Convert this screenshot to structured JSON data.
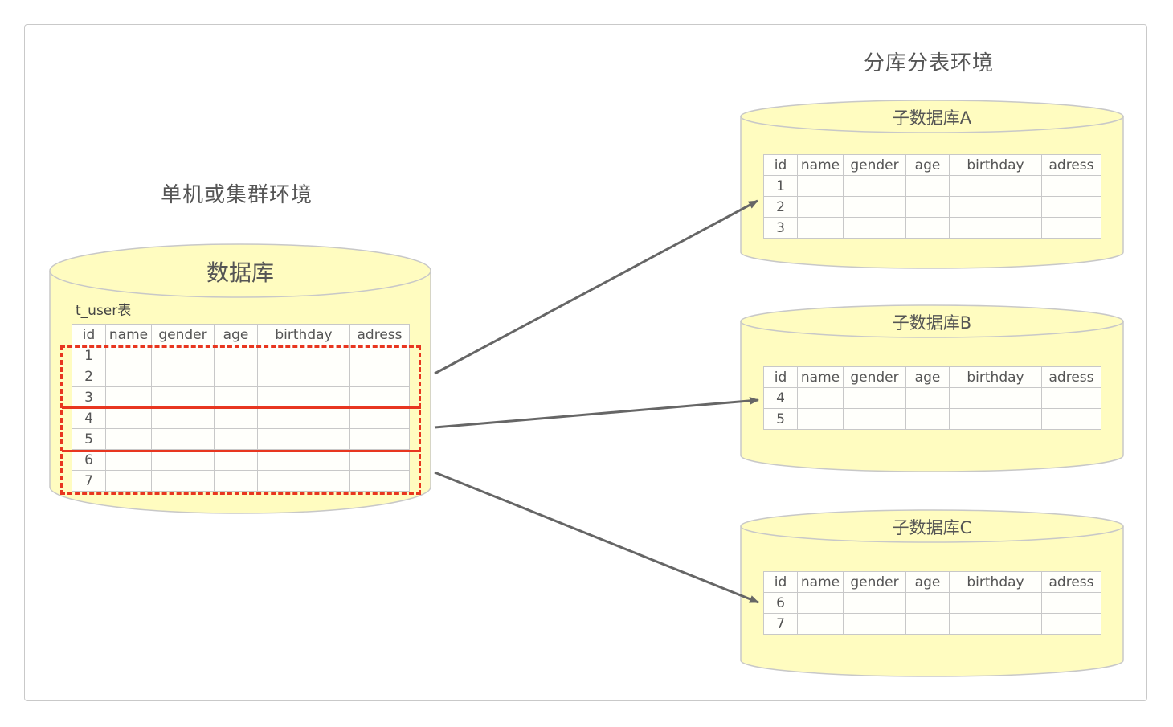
{
  "labels": {
    "single_env": "单机或集群环境",
    "shard_env": "分库分表环境"
  },
  "source_db": {
    "title": "数据库",
    "table_caption": "t_user表",
    "columns": [
      "id",
      "name",
      "gender",
      "age",
      "birthday",
      "adress"
    ],
    "rows": [
      "1",
      "2",
      "3",
      "4",
      "5",
      "6",
      "7"
    ]
  },
  "shards": [
    {
      "title": "子数据库A",
      "columns": [
        "id",
        "name",
        "gender",
        "age",
        "birthday",
        "adress"
      ],
      "rows": [
        "1",
        "2",
        "3"
      ]
    },
    {
      "title": "子数据库B",
      "columns": [
        "id",
        "name",
        "gender",
        "age",
        "birthday",
        "adress"
      ],
      "rows": [
        "4",
        "5"
      ]
    },
    {
      "title": "子数据库C",
      "columns": [
        "id",
        "name",
        "gender",
        "age",
        "birthday",
        "adress"
      ],
      "rows": [
        "6",
        "7"
      ]
    }
  ],
  "colors": {
    "cylinder_fill": "#fffcc0",
    "cylinder_stroke": "#c8c8c8",
    "highlight": "#e8361f",
    "arrow": "#666666"
  }
}
